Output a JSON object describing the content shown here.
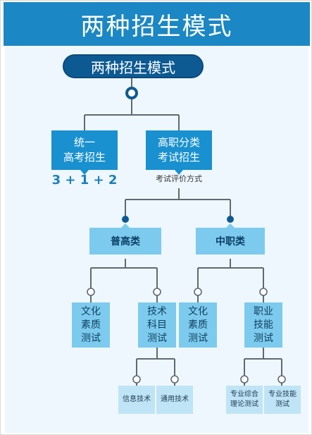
{
  "banner": {
    "title": "两种招生模式"
  },
  "root": {
    "label": "两种招生模式"
  },
  "level1": {
    "unified": "统一\n高考招生",
    "unified_formula": "3 + 1 + 2",
    "vocational": "高职分类\n考试招生",
    "vocational_note": "考试评价方式"
  },
  "categories": {
    "general": "普高类",
    "vocational": "中职类"
  },
  "general_items": {
    "culture": "文化\n素质\n测试",
    "tech": "技术\n科目\n测试"
  },
  "tech_items": {
    "info": "信息技术",
    "general": "通用技术"
  },
  "vocational_items": {
    "culture": "文化\n素质\n测试",
    "skill": "职业\n技能\n测试"
  },
  "skill_items": {
    "theory": "专业综合\n理论测试",
    "skill": "专业技能\n测试"
  },
  "colors": {
    "banner": "#1b87c4",
    "root": "#0d5a93",
    "level1": "#1990cf",
    "category": "#7ccbee",
    "leaf": "#bfe4f6",
    "line": "#5e6a72",
    "formula": "#1b7fc0"
  }
}
